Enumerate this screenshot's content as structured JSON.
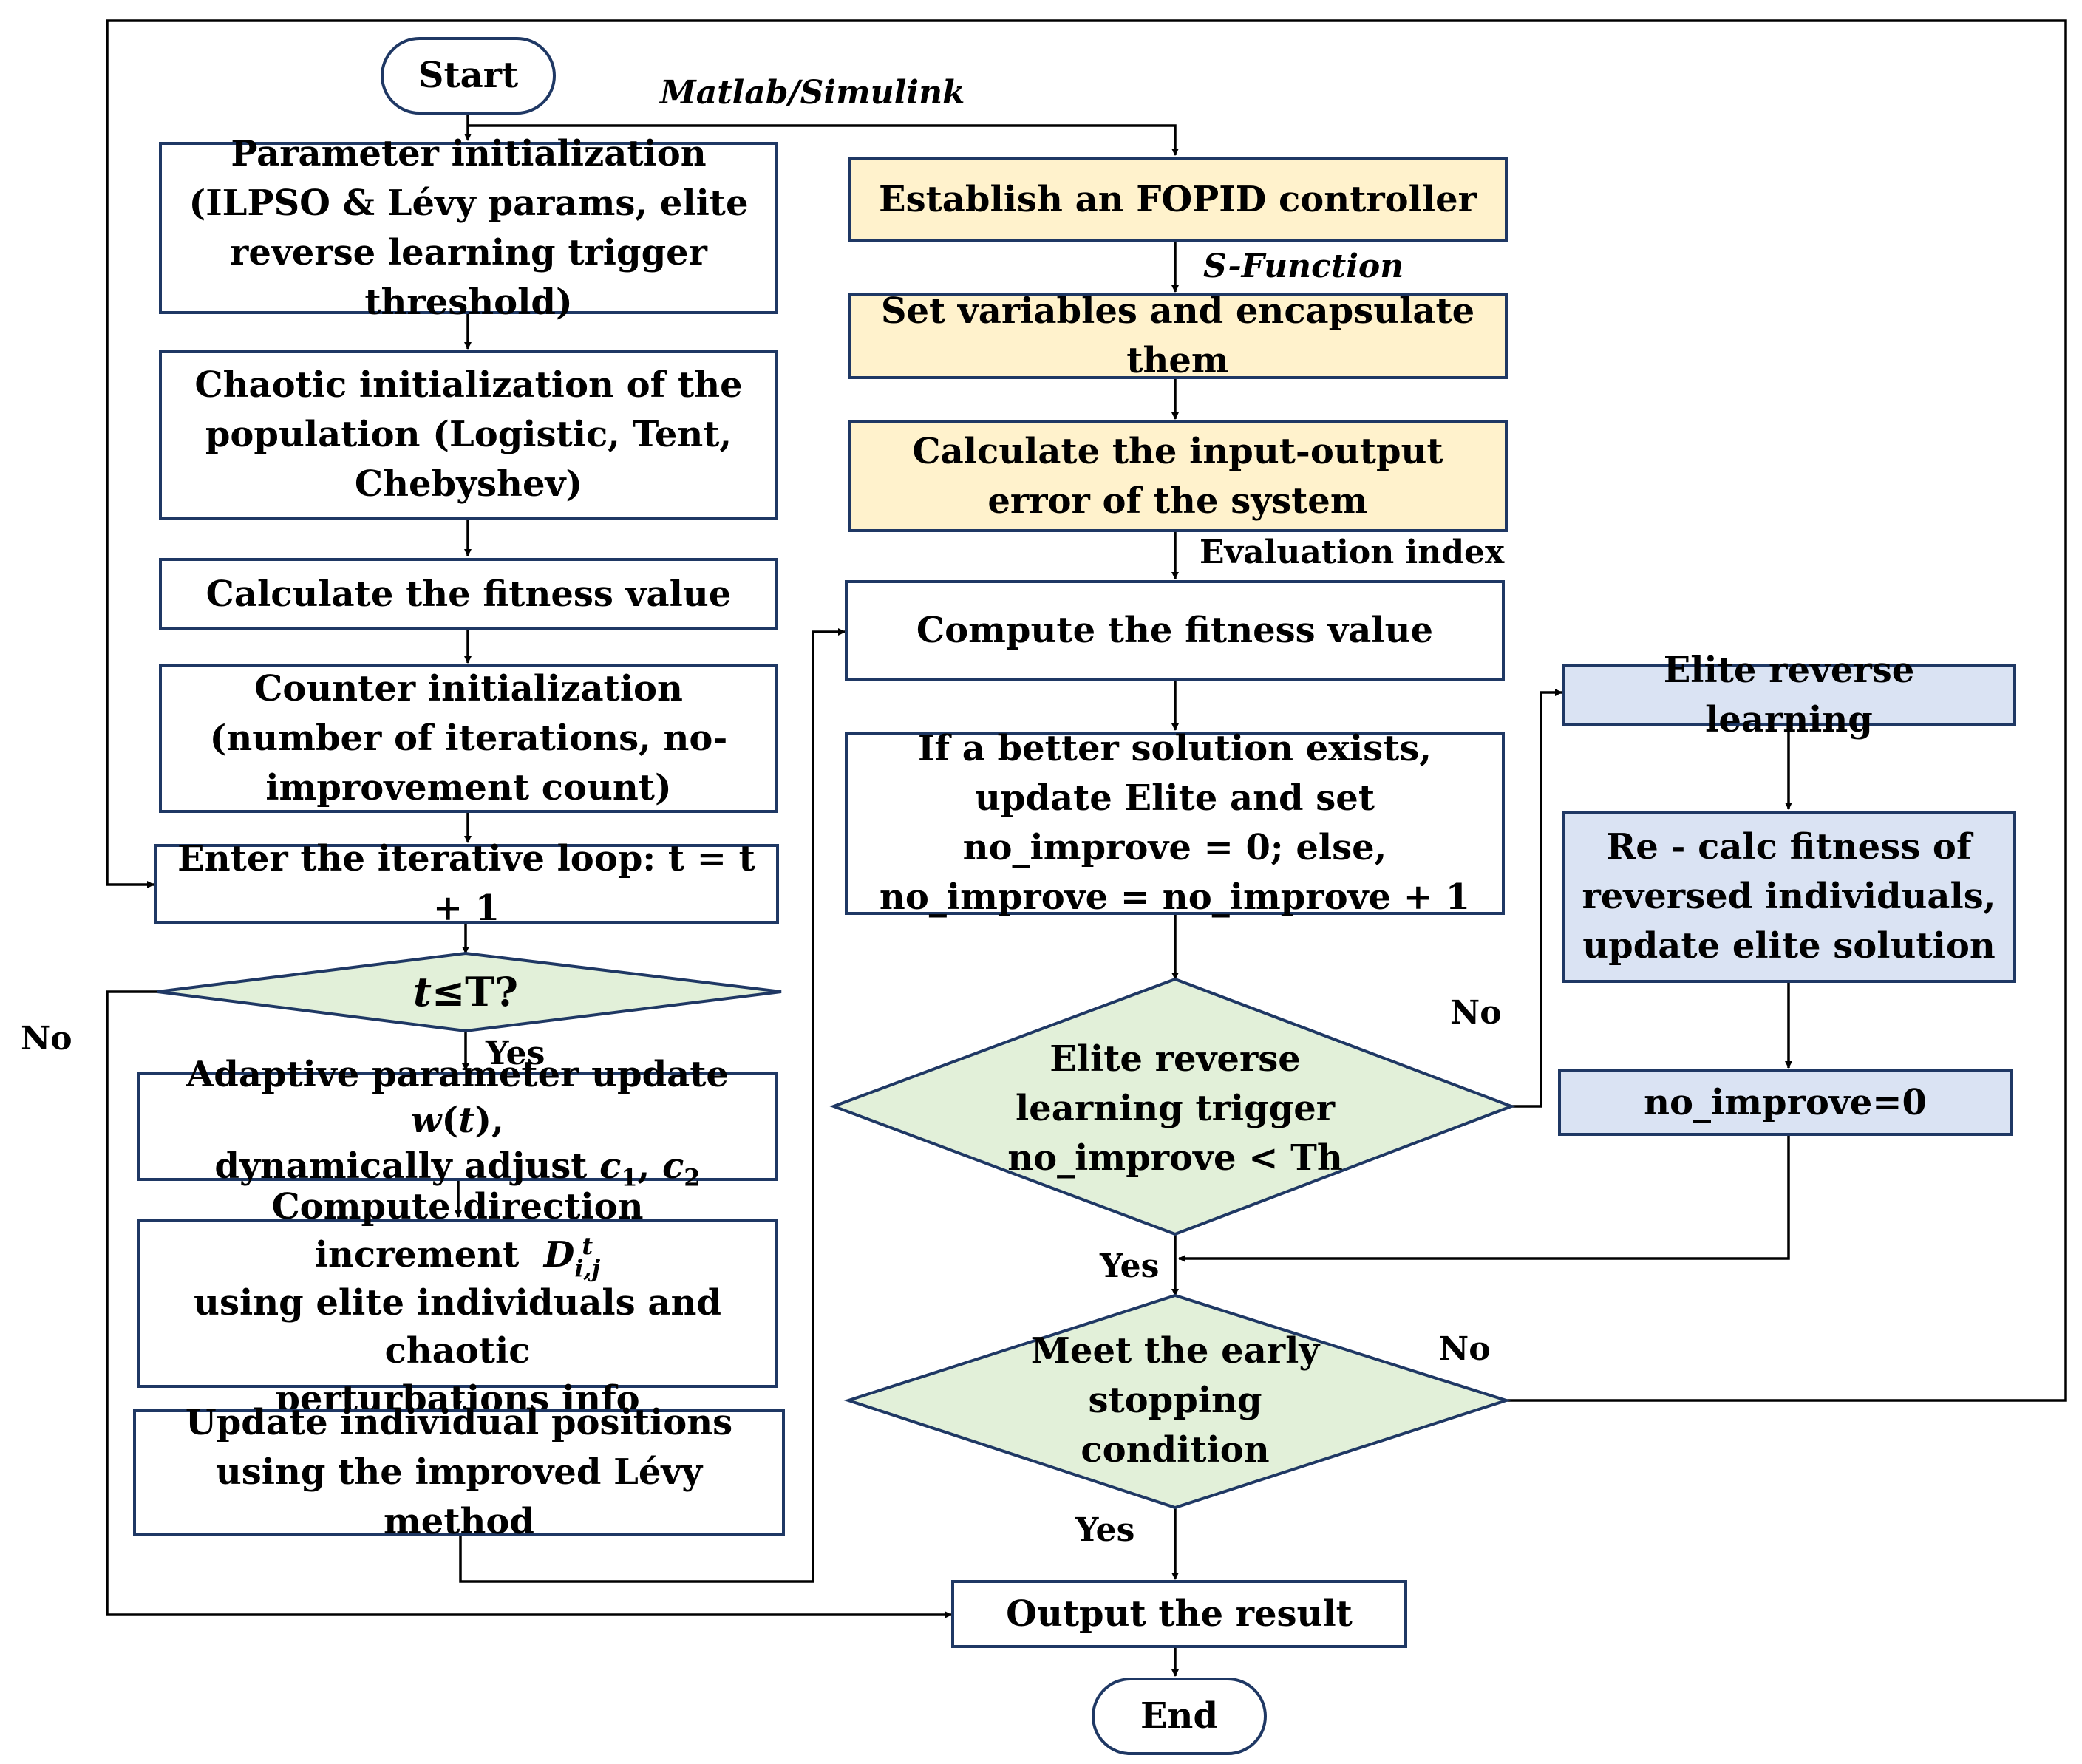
{
  "start": "Start",
  "end": "End",
  "left_steps": [
    "Parameter initialization (ILPSO & Lévy params, elite reverse learning trigger threshold)",
    "Chaotic initialization of the population (Logistic, Tent, Chebyshev)",
    "Calculate the fitness value",
    "Counter initialization (number of iterations, no-improvement count)",
    "Enter the iterative loop: t = t + 1"
  ],
  "loop_condition": {
    "var": "t",
    "rest": "≤T?"
  },
  "adaptive_update": {
    "line1_pre": "Adaptive parameter update ",
    "w": "w",
    "t": "t",
    "line2_pre": "dynamically adjust ",
    "c1": "c",
    "c1_sub": "1",
    "c2": "c",
    "c2_sub": "2"
  },
  "direction_increment": {
    "line1_pre": "Compute direction increment",
    "D": "D",
    "D_sup": "t",
    "D_sub": "i,j",
    "line2": "using elite individuals and chaotic",
    "line3": "perturbations info"
  },
  "levy_update": "Update individual positions using the improved Lévy method",
  "matlab_steps": [
    "Establish an FOPID controller",
    "Set variables and encapsulate them",
    "Calculate the input-output error of the system"
  ],
  "compute_fitness": "Compute the fitness value",
  "update_elite": "If a better solution exists, update Elite and set no_improve = 0; else, no_improve = no_improve + 1",
  "elite_trigger": "Elite reverse learning trigger no_improve < Th",
  "early_stop": "Meet the early stopping condition",
  "output_result": "Output the result",
  "elite_reverse_steps": [
    "Elite reverse learning",
    "Re - calc fitness of reversed individuals, update elite solution",
    "no_improve=0"
  ],
  "labels": {
    "matlab": "Matlab/Simulink",
    "sfunction": "S-Function",
    "evaluation": "Evaluation index",
    "yes": "Yes",
    "no": "No"
  },
  "colors": {
    "border": "#1f3864",
    "yellow_fill": "#fff2cc",
    "blue_fill": "#dae3f3",
    "diamond_fill": "#e2f0d9"
  }
}
